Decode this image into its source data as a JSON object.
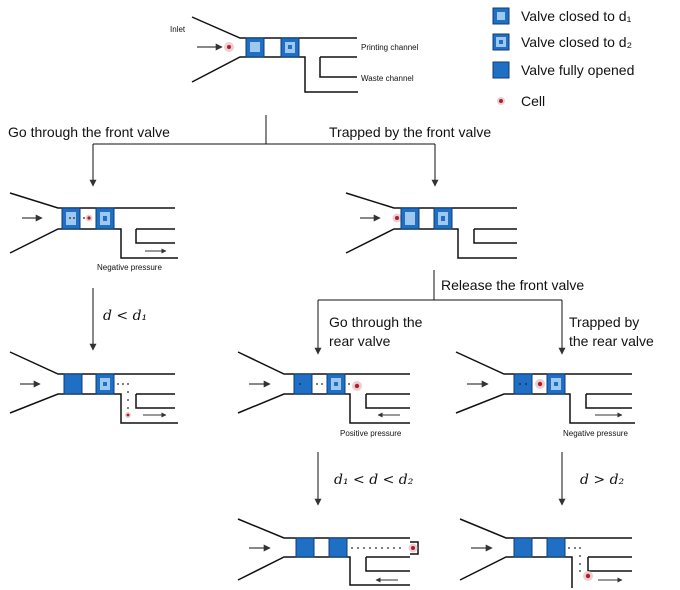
{
  "colors": {
    "valve_fill": "#1f6fc4",
    "valve_light": "#9ec8ef",
    "valve_border": "#0d3e78",
    "cell": "#b31c2a",
    "cell_halo": "#e9d0d2",
    "line": "#111111"
  },
  "legend": [
    {
      "icon": "valve-closed-d1-icon",
      "text": "Valve closed to d₁"
    },
    {
      "icon": "valve-closed-d2-icon",
      "text": "Valve closed to d₂"
    },
    {
      "icon": "valve-open-icon",
      "text": "Valve fully opened"
    },
    {
      "icon": "cell-icon",
      "text": "Cell"
    }
  ],
  "top": {
    "inlet": "Inlet",
    "printing_channel": "Printing channel",
    "waste_channel": "Waste channel"
  },
  "branches": {
    "left": "Go through the front valve",
    "right": "Trapped by the front valve",
    "release": "Release the front valve",
    "rear_through_1": "Go through the",
    "rear_through_2": "rear valve",
    "rear_trapped_1": "Trapped by",
    "rear_trapped_2": "the rear valve"
  },
  "pressure": {
    "left": "Negative pressure",
    "middle": "Positive pressure",
    "right": "Negative pressure"
  },
  "conditions": {
    "c1": "d < d₁",
    "c2": "d₁ < d < d₂",
    "c3": "d > d₂"
  }
}
